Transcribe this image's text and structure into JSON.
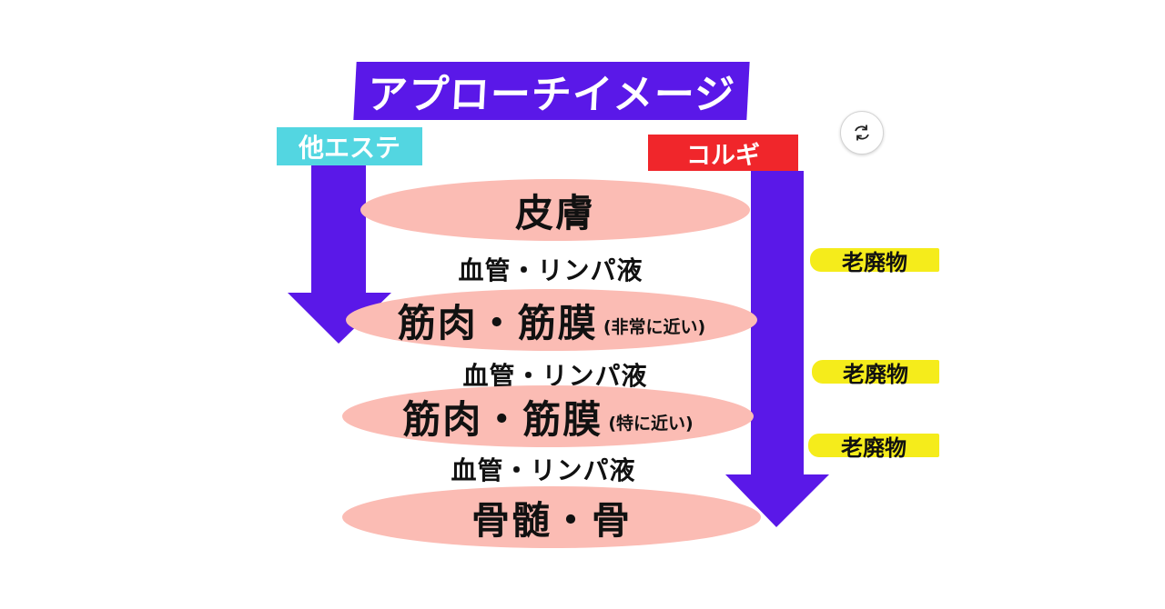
{
  "title": "アプローチイメージ",
  "left_label": "他エステ",
  "right_label": "コルギ",
  "layers": [
    {
      "name": "皮膚",
      "note": ""
    },
    {
      "name": "筋肉・筋膜",
      "note": "(非常に近い)"
    },
    {
      "name": "筋肉・筋膜",
      "note": "(特に近い)"
    },
    {
      "name": "骨髄・骨",
      "note": ""
    }
  ],
  "between_labels": [
    "血管・リンパ液",
    "血管・リンパ液",
    "血管・リンパ液"
  ],
  "waste_labels": [
    "老廃物",
    "老廃物",
    "老廃物"
  ],
  "colors": {
    "title_bg": "#5a18e8",
    "arrow": "#5a18e8",
    "left_label_bg": "#53d6e1",
    "right_label_bg": "#f0262b",
    "layer_fill": "#fbbcb4",
    "waste_highlight": "#f5ec1b"
  },
  "icons": {
    "refresh": "refresh-icon"
  }
}
